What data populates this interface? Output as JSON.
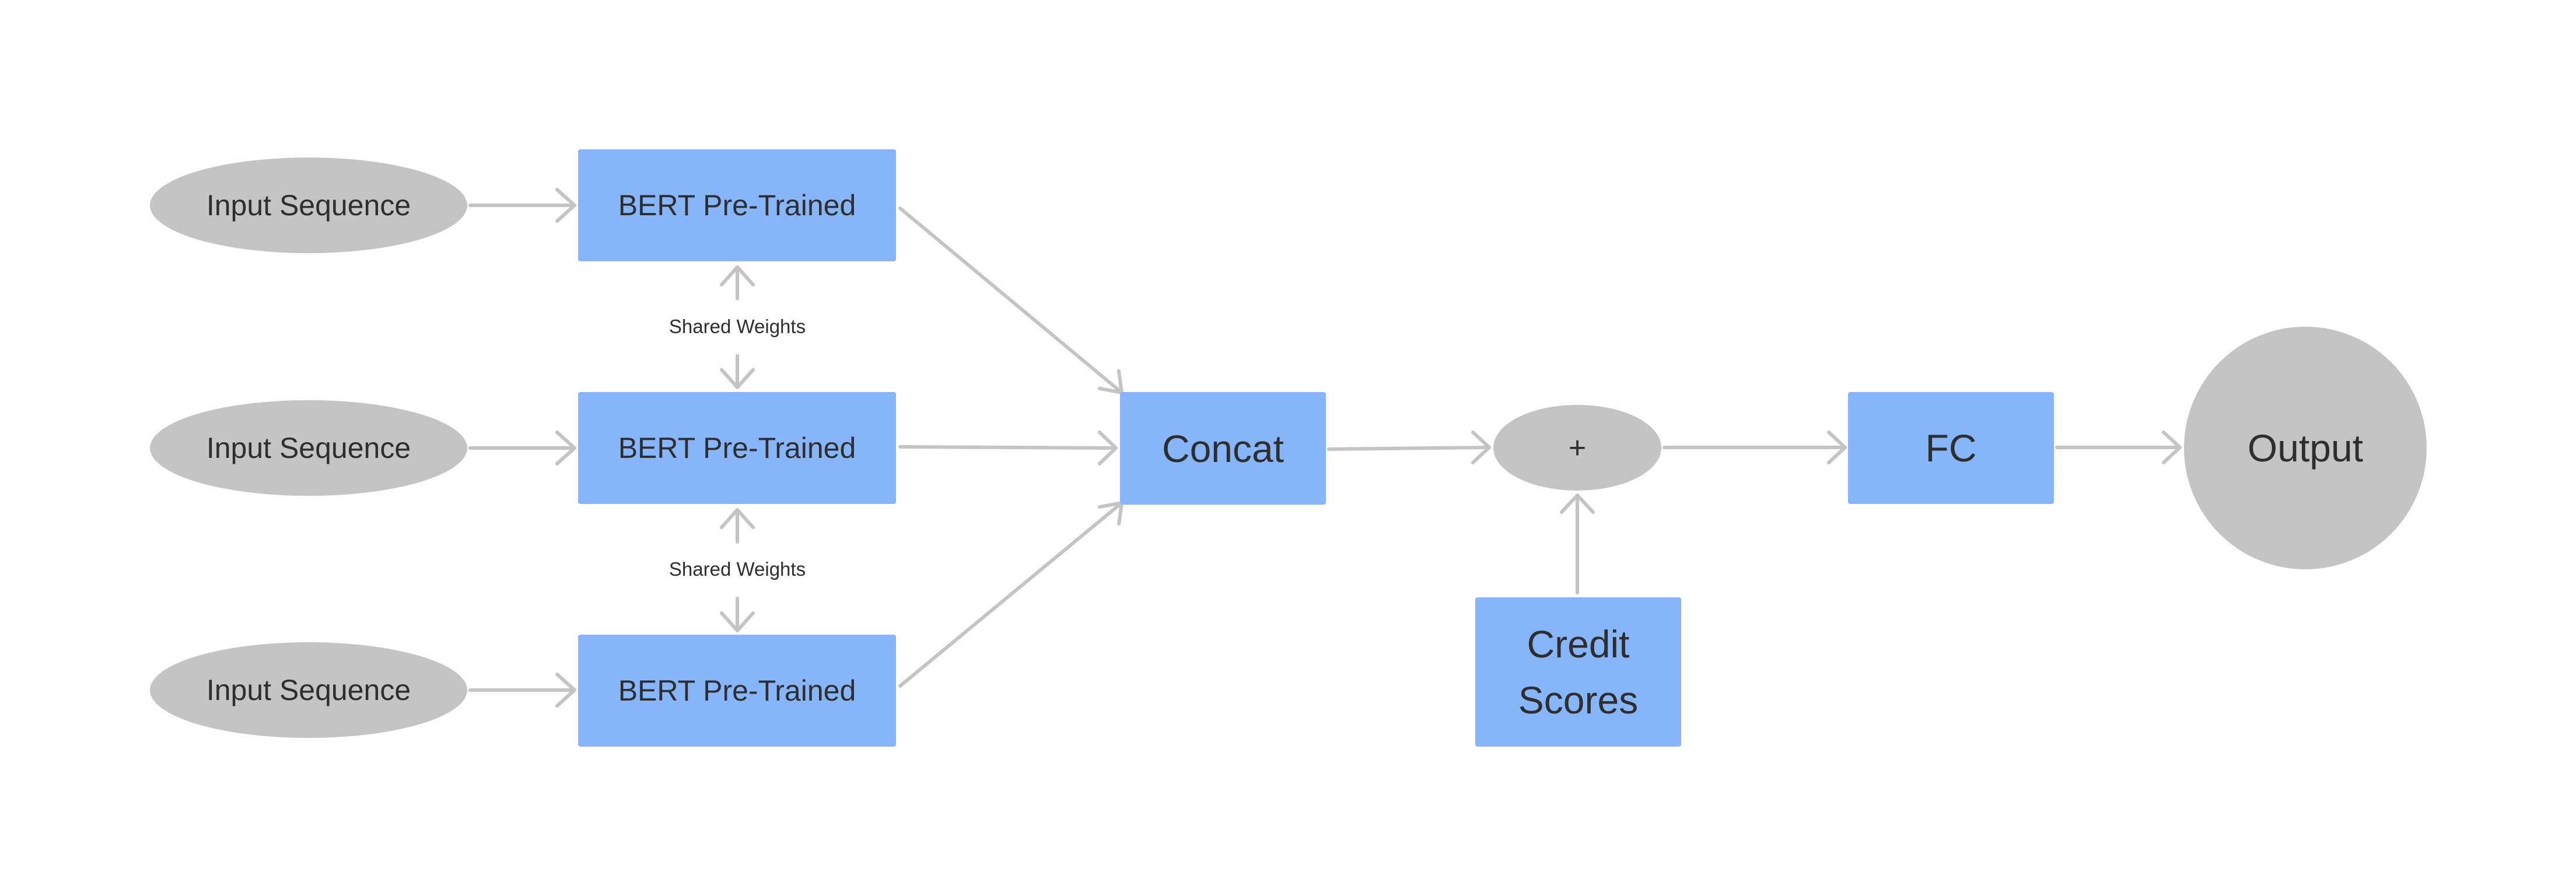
{
  "inputs": [
    {
      "label": "Input Sequence"
    },
    {
      "label": "Input Sequence"
    },
    {
      "label": "Input Sequence"
    }
  ],
  "encoders": [
    {
      "label": "BERT Pre-Trained"
    },
    {
      "label": "BERT Pre-Trained"
    },
    {
      "label": "BERT Pre-Trained"
    }
  ],
  "shared_weights": [
    {
      "label": "Shared Weights"
    },
    {
      "label": "Shared Weights"
    }
  ],
  "concat": {
    "label": "Concat"
  },
  "combine": {
    "label": "+"
  },
  "credit": {
    "label": "Credit Scores"
  },
  "fc": {
    "label": "FC"
  },
  "output": {
    "label": "Output"
  },
  "colors": {
    "node_fill": "#87b5fa",
    "ellipse_fill": "#c4c4c4",
    "arrow": "#c4c4c4",
    "text": "#2e2e2e"
  }
}
